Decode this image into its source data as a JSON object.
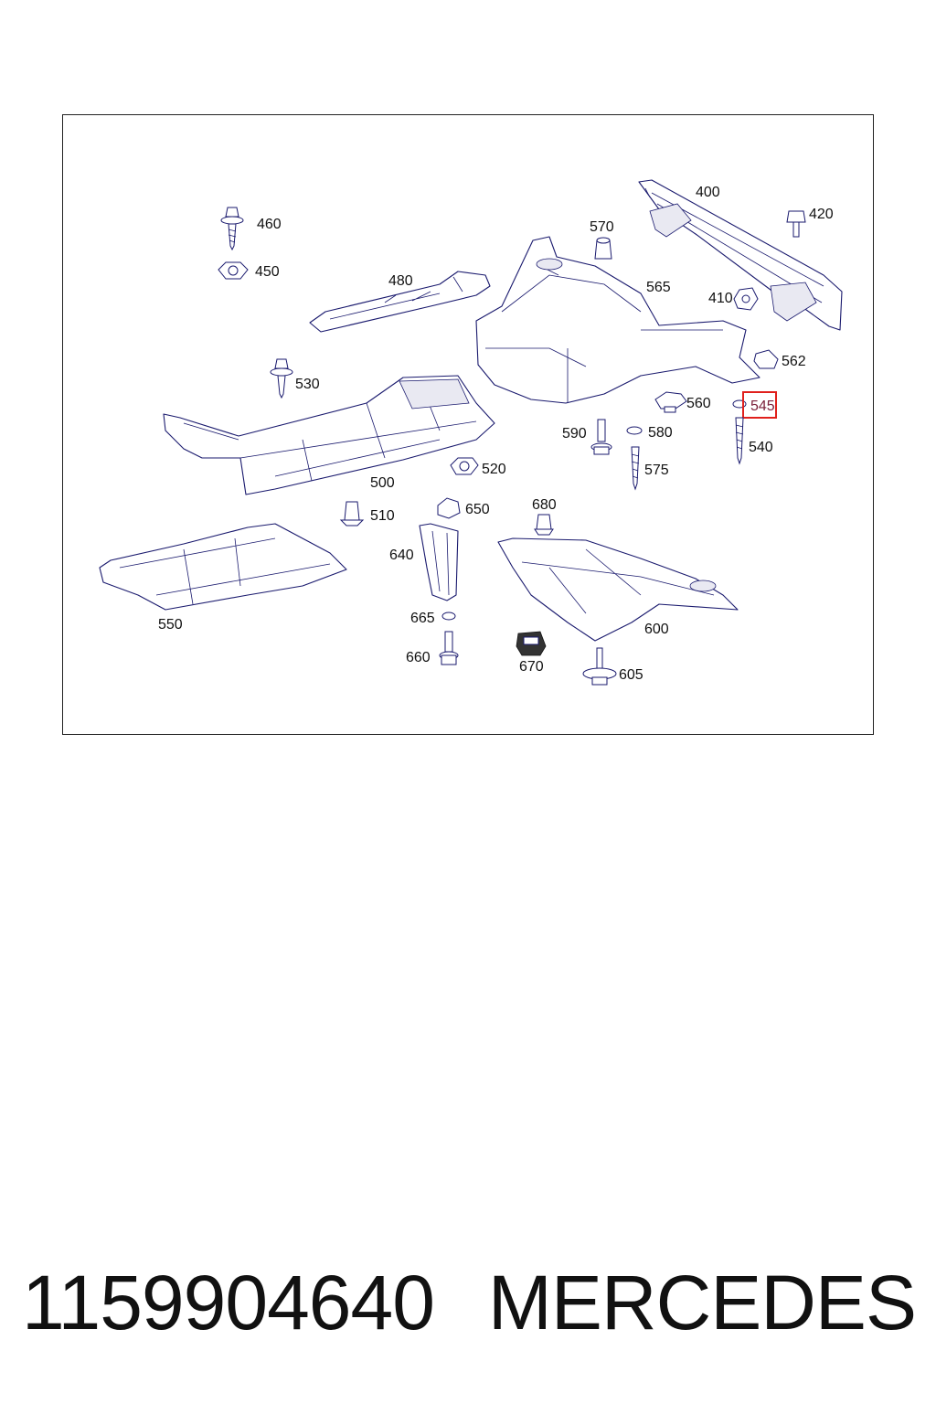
{
  "callouts": {
    "c400": "400",
    "c420": "420",
    "c410": "410",
    "c460": "460",
    "c450": "450",
    "c480": "480",
    "c570": "570",
    "c565": "565",
    "c562": "562",
    "c530": "530",
    "c560": "560",
    "c545": "545",
    "c540": "540",
    "c590": "590",
    "c580": "580",
    "c575": "575",
    "c520": "520",
    "c500": "500",
    "c510": "510",
    "c650": "650",
    "c680": "680",
    "c640": "640",
    "c550": "550",
    "c665": "665",
    "c600": "600",
    "c660": "660",
    "c670": "670",
    "c605": "605"
  },
  "highlighted_callout": "545",
  "caption": {
    "part_number": "1159904640",
    "brand": "MERCEDES"
  },
  "colors": {
    "line_art": "#1a1a6e",
    "highlight": "#e0201c"
  }
}
